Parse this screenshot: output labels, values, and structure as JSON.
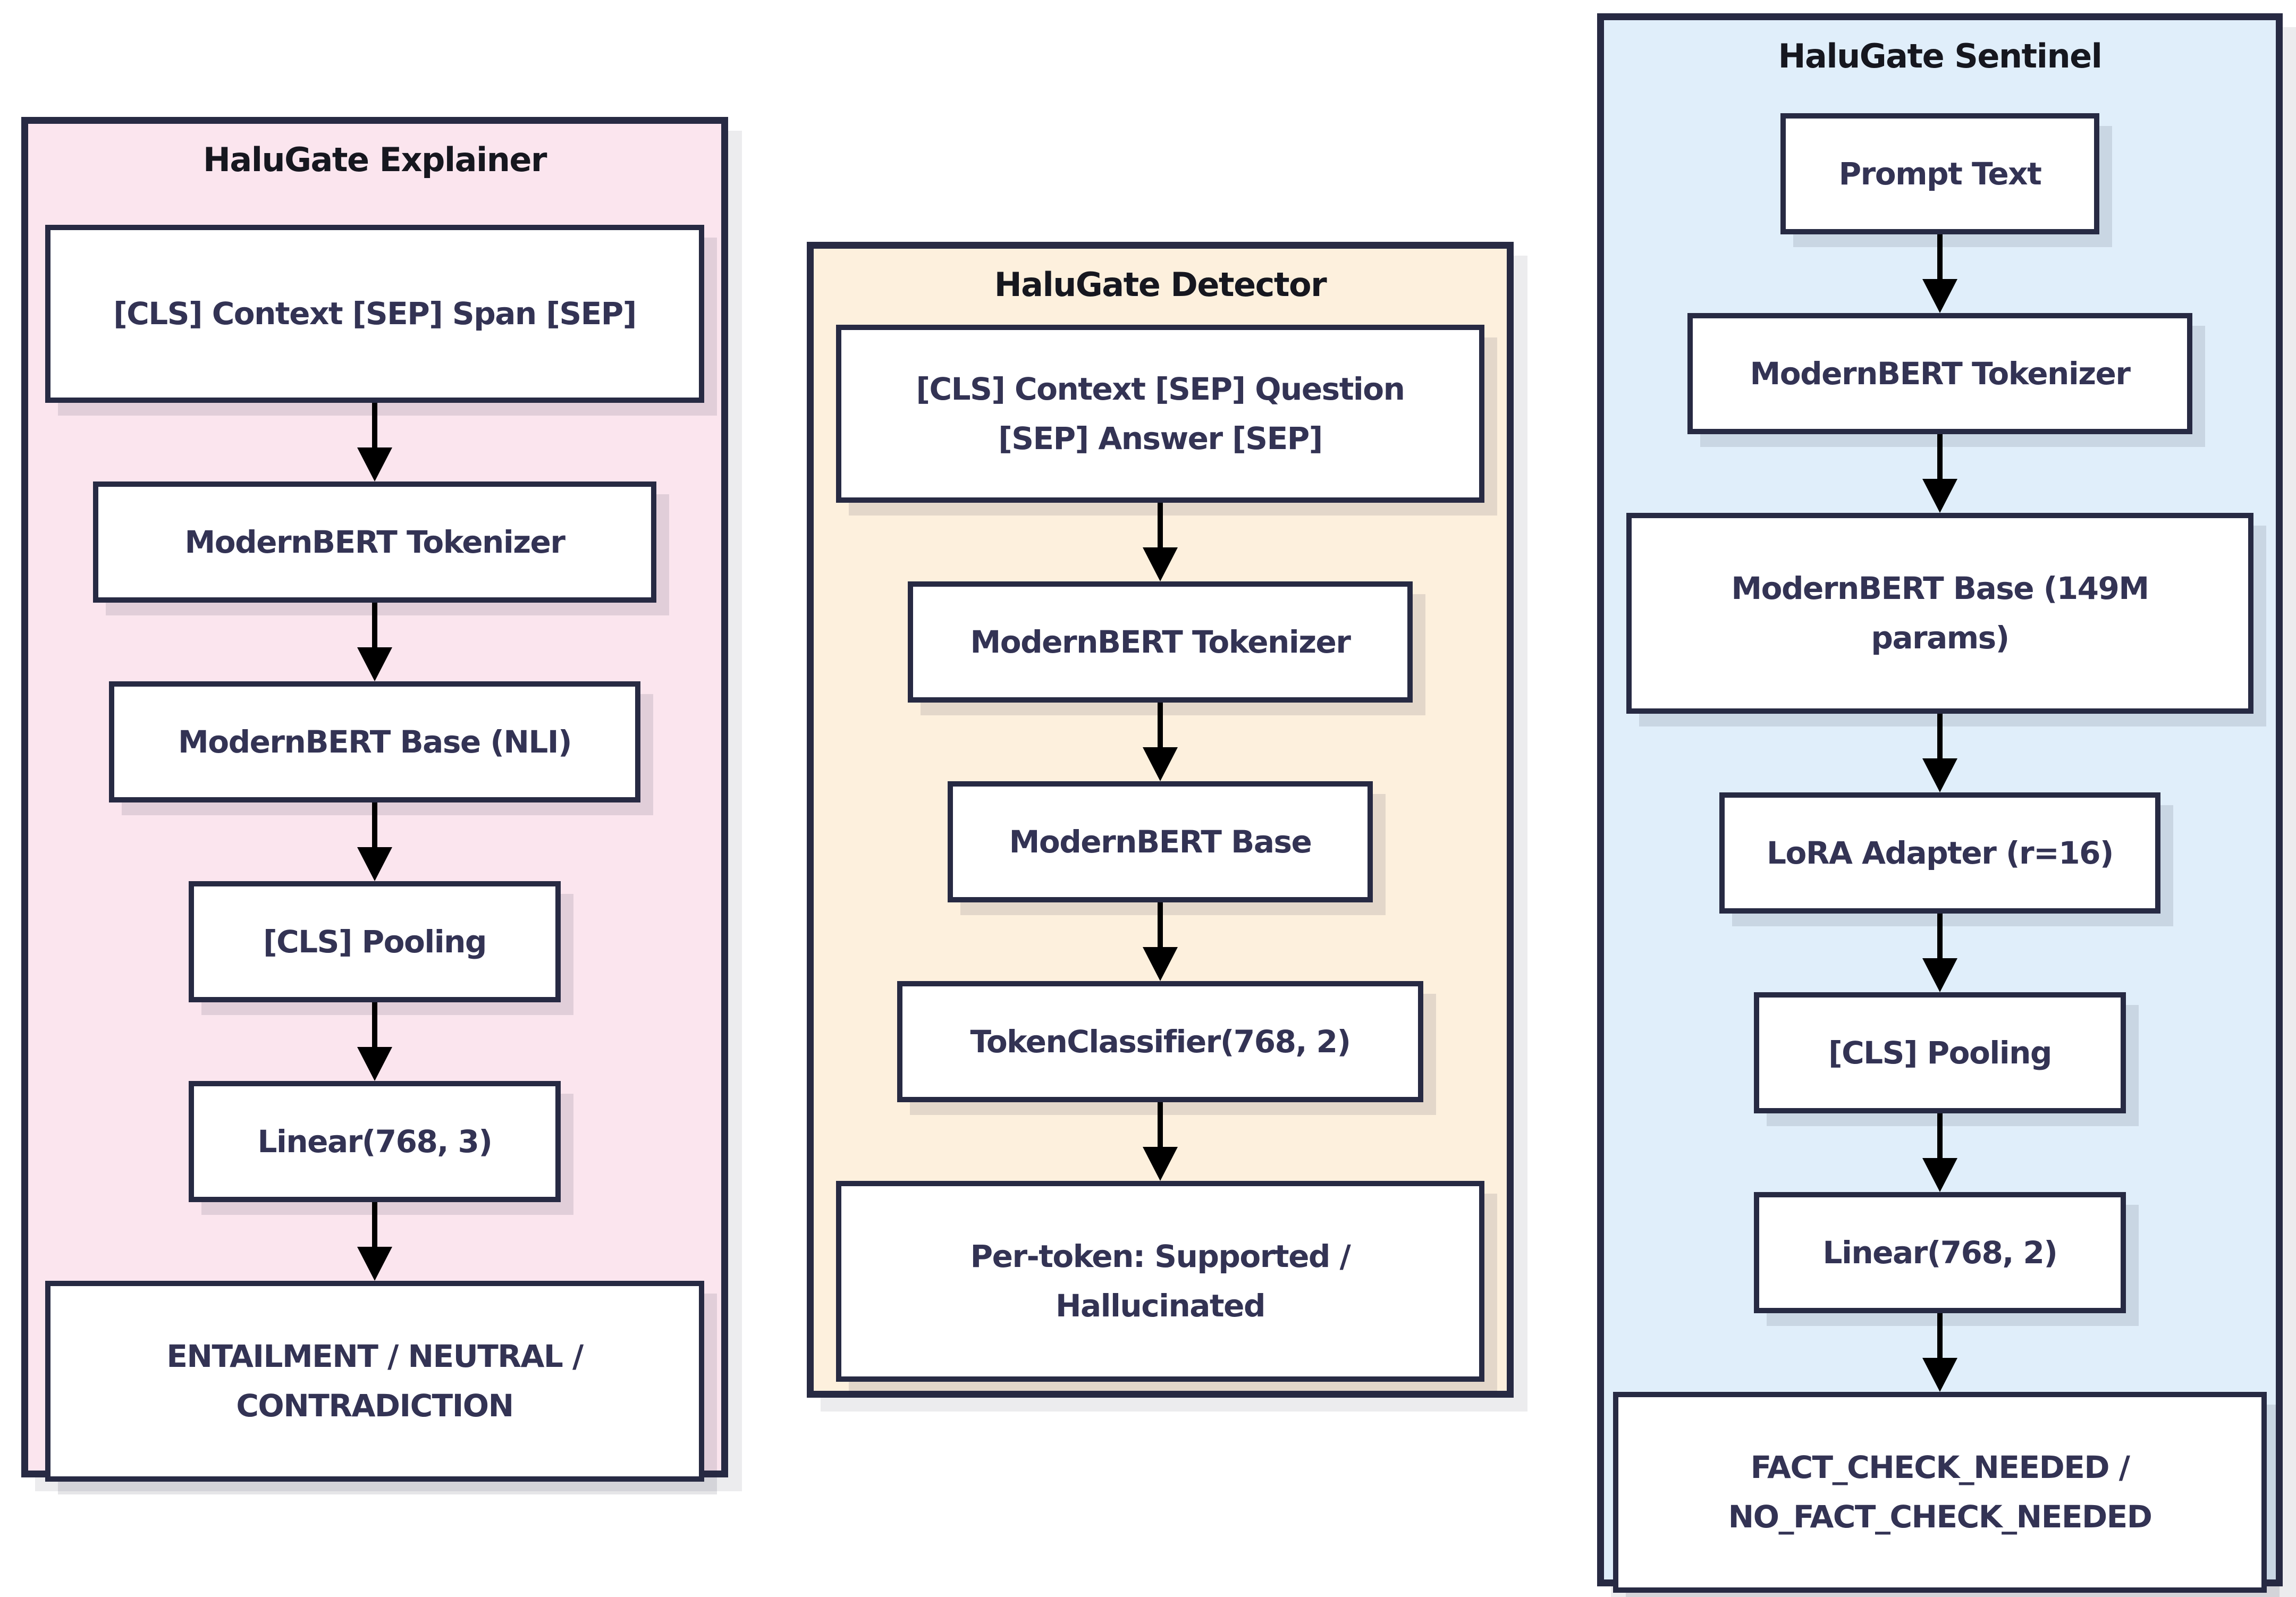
{
  "diagram": {
    "style": {
      "page_background": "#ffffff",
      "panel_border_color": "#272a43",
      "node_border_color": "#272a43",
      "node_background": "#ffffff",
      "node_text_color": "#333354",
      "title_text_color": "#16171f",
      "arrow_color": "#000000",
      "panel_shadow_color": "#ececee"
    },
    "columns": [
      {
        "title": "HaluGate Explainer",
        "bg_color": "#fbe5ee",
        "nodes": [
          {
            "label": "[CLS] Context [SEP] Span [SEP]"
          },
          {
            "label": "ModernBERT Tokenizer"
          },
          {
            "label": "ModernBERT Base (NLI)"
          },
          {
            "label": "[CLS] Pooling"
          },
          {
            "label": "Linear(768, 3)"
          },
          {
            "label": "ENTAILMENT / NEUTRAL / CONTRADICTION"
          }
        ]
      },
      {
        "title": "HaluGate Detector",
        "bg_color": "#fdf0dd",
        "nodes": [
          {
            "label": "[CLS] Context [SEP] Question [SEP] Answer [SEP]"
          },
          {
            "label": "ModernBERT Tokenizer"
          },
          {
            "label": "ModernBERT Base"
          },
          {
            "label": "TokenClassifier(768, 2)"
          },
          {
            "label": "Per-token: Supported / Hallucinated"
          }
        ]
      },
      {
        "title": "HaluGate Sentinel",
        "bg_color": "#e0eefa",
        "nodes": [
          {
            "label": "Prompt Text"
          },
          {
            "label": "ModernBERT Tokenizer"
          },
          {
            "label": "ModernBERT Base (149M params)"
          },
          {
            "label": "LoRA Adapter (r=16)"
          },
          {
            "label": "[CLS] Pooling"
          },
          {
            "label": "Linear(768, 2)"
          },
          {
            "label": "FACT_CHECK_NEEDED / NO_FACT_CHECK_NEEDED"
          }
        ]
      }
    ]
  }
}
